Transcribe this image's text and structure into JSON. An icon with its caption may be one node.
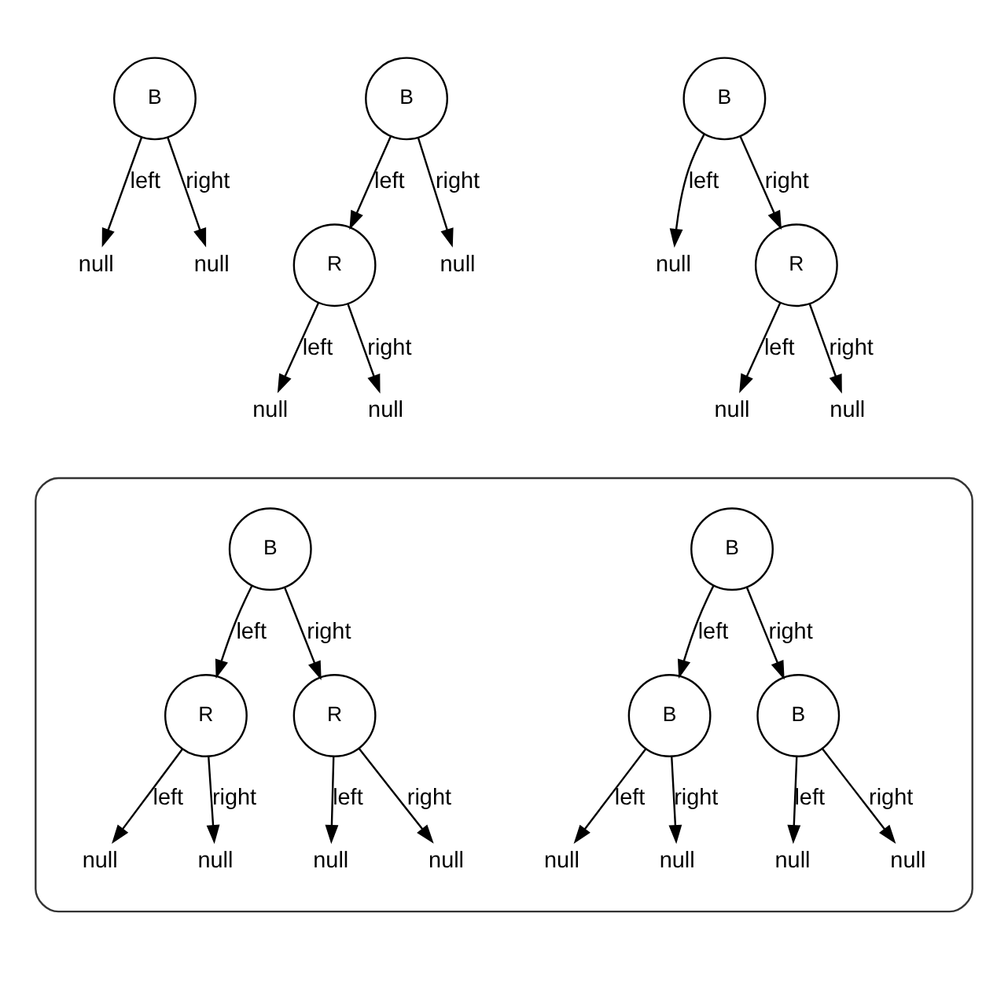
{
  "diagram": {
    "nodes": [
      {
        "text": [
          "B"
        ]
      },
      {
        "text": [
          "null"
        ]
      },
      {
        "text": [
          "null"
        ]
      },
      {
        "text": [
          "B"
        ]
      },
      {
        "text": [
          "R"
        ]
      },
      {
        "text": [
          "null"
        ]
      },
      {
        "text": [
          "null"
        ]
      },
      {
        "text": [
          "null"
        ]
      },
      {
        "text": [
          "B"
        ]
      },
      {
        "text": [
          "null"
        ]
      },
      {
        "text": [
          "R"
        ]
      },
      {
        "text": [
          "null"
        ]
      },
      {
        "text": [
          "null"
        ]
      },
      {
        "text": [],
        "shape": "box"
      },
      {
        "text": [
          "B"
        ],
        "in": 13
      },
      {
        "text": [
          "R"
        ],
        "in": 13
      },
      {
        "text": [
          "R"
        ],
        "in": 13
      },
      {
        "text": [
          "null"
        ],
        "in": 13
      },
      {
        "text": [
          "null"
        ],
        "in": 13
      },
      {
        "text": [
          "null"
        ],
        "in": 13
      },
      {
        "text": [
          "null"
        ],
        "in": 13
      },
      {
        "text": [
          "B"
        ],
        "in": 13
      },
      {
        "text": [
          "B"
        ],
        "in": 13
      },
      {
        "text": [
          "B"
        ],
        "in": 13
      },
      {
        "text": [
          "null"
        ],
        "in": 13
      },
      {
        "text": [
          "null"
        ],
        "in": 13
      },
      {
        "text": [
          "null"
        ],
        "in": 13
      },
      {
        "text": [
          "null"
        ],
        "in": 13
      }
    ],
    "edges": [
      {
        "from": 0,
        "to": 1,
        "arrow": "to",
        "label": "left"
      },
      {
        "from": 0,
        "to": 2,
        "arrow": "to",
        "label": "right"
      },
      {
        "from": 3,
        "to": 4,
        "arrow": "to",
        "label": "left"
      },
      {
        "from": 3,
        "to": 5,
        "arrow": "to",
        "label": "right"
      },
      {
        "from": 4,
        "to": 6,
        "arrow": "to",
        "label": "left"
      },
      {
        "from": 4,
        "to": 7,
        "arrow": "to",
        "label": "right"
      },
      {
        "from": 8,
        "to": 9,
        "arrow": "to",
        "label": "left"
      },
      {
        "from": 8,
        "to": 10,
        "arrow": "to",
        "label": "right"
      },
      {
        "from": 10,
        "to": 11,
        "arrow": "to",
        "label": "left"
      },
      {
        "from": 10,
        "to": 12,
        "arrow": "to",
        "label": "right"
      },
      {
        "from": 14,
        "to": 15,
        "arrow": "to",
        "label": "left"
      },
      {
        "from": 14,
        "to": 16,
        "arrow": "to",
        "label": "right"
      },
      {
        "from": 15,
        "to": 17,
        "arrow": "to",
        "label": "left"
      },
      {
        "from": 15,
        "to": 18,
        "arrow": "to",
        "label": "right"
      },
      {
        "from": 16,
        "to": 19,
        "arrow": "to",
        "label": "left"
      },
      {
        "from": 16,
        "to": 20,
        "arrow": "to",
        "label": "right"
      },
      {
        "from": 21,
        "to": 22,
        "arrow": "to",
        "label": "left"
      },
      {
        "from": 21,
        "to": 23,
        "arrow": "to",
        "label": "right"
      },
      {
        "from": 22,
        "to": 24,
        "arrow": "to",
        "label": "left"
      },
      {
        "from": 22,
        "to": 25,
        "arrow": "to",
        "label": "right"
      },
      {
        "from": 23,
        "to": 26,
        "arrow": "to",
        "label": "left"
      },
      {
        "from": 23,
        "to": 27,
        "arrow": "to",
        "label": "right"
      }
    ]
  }
}
